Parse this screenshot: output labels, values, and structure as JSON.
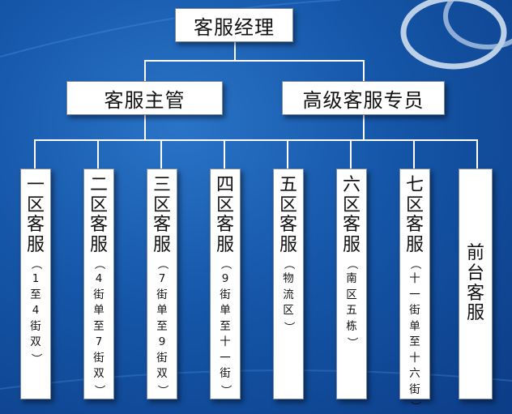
{
  "diagram": {
    "root": {
      "label": "客服经理"
    },
    "level2": [
      {
        "label": "客服主管"
      },
      {
        "label": "高级客服专员"
      }
    ],
    "level3": [
      {
        "title": "一区客服",
        "note": "（1至4街双）"
      },
      {
        "title": "二区客服",
        "note": "（4街单至7街双）"
      },
      {
        "title": "三区客服",
        "note": "（7街单至9街双）"
      },
      {
        "title": "四区客服",
        "note": "（9街单至十一街）"
      },
      {
        "title": "五区客服",
        "note": "（物流区）"
      },
      {
        "title": "六区客服",
        "note": "（南区五栋）"
      },
      {
        "title": "七区客服",
        "note": "（十一街单至十六街）"
      },
      {
        "title": "前台客服",
        "note": ""
      }
    ]
  },
  "colors": {
    "background_center": "#2a74c8",
    "background_edge": "#0c3c86",
    "box_fill": "#ffffff",
    "connector": "#ffffff",
    "text": "#111111"
  }
}
